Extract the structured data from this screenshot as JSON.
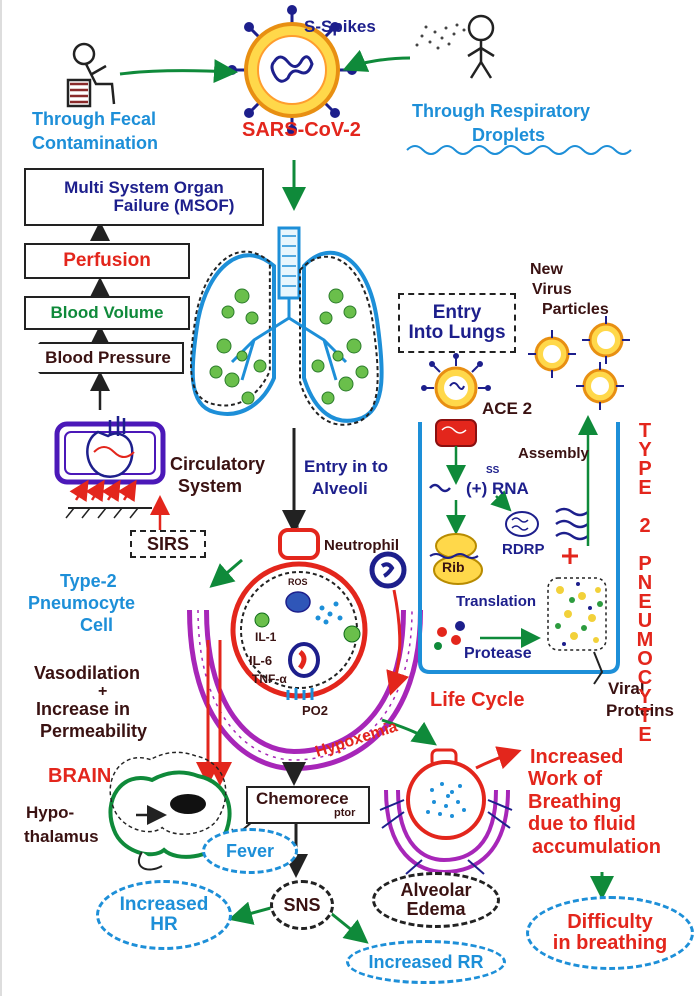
{
  "virus": {
    "label": "SARS-CoV-2",
    "spikes": "S-Spikes"
  },
  "transmission": {
    "fecal_1": "Through Fecal",
    "fecal_2": "Contamination",
    "resp_1": "Through Respiratory",
    "resp_2": "Droplets"
  },
  "left_chain": {
    "msof_1": "Multi System Organ",
    "msof_2": "Failure (MSOF)",
    "perfusion": "Perfusion",
    "blood_volume": "Blood Volume",
    "blood_pressure": "Blood Pressure",
    "circ_1": "Circulatory",
    "circ_2": "System",
    "sirs": "SIRS"
  },
  "lungs": {
    "entry_lungs_1": "Entry",
    "entry_lungs_2": "Into Lungs",
    "entry_alveoli_1": "Entry in to",
    "entry_alveoli_2": "Alveoli"
  },
  "cell": {
    "new_virus_1": "New",
    "new_virus_2": "Virus",
    "new_virus_3": "Particles",
    "ace2": "ACE 2",
    "assembly": "Assembly",
    "ss": "SS",
    "rna": "(+) RNA",
    "rdrp": "RDRP",
    "rib": "Rib",
    "translation": "Translation",
    "protease": "Protease",
    "viral_1": "Viral",
    "viral_2": "Proteins",
    "type2_vertical": "TYPE 2 PNEUMOCYTE",
    "life_cycle": "Life Cycle"
  },
  "alveolus": {
    "neutrophil": "Neutrophil",
    "ros": "ROS",
    "il1": "IL-1",
    "il6": "IL-6",
    "tnf": "TNF-α",
    "po2": "PO2",
    "type2_1": "Type-2",
    "type2_2": "Pneumocyte",
    "type2_3": "Cell"
  },
  "effects": {
    "vaso_1": "Vasodilation",
    "vaso_2": "+",
    "vaso_3": "Increase in",
    "vaso_4": "Permeability",
    "brain": "BRAIN",
    "hypo_1": "Hypo-",
    "hypo_2": "thalamus",
    "hypoxemia": "Hypoxemia",
    "chemo_1": "Chemorece",
    "chemo_2": "ptor",
    "fever": "Fever",
    "sns": "SNS",
    "hr_1": "Increased",
    "hr_2": "HR",
    "rr": "Increased RR",
    "edema_1": "Alveolar",
    "edema_2": "Edema",
    "wob_1": "Increased",
    "wob_2": "Work of",
    "wob_3": "Breathing",
    "wob_4": "due to fluid",
    "wob_5": "accumulation",
    "diff_1": "Difficulty",
    "diff_2": "in breathing"
  }
}
